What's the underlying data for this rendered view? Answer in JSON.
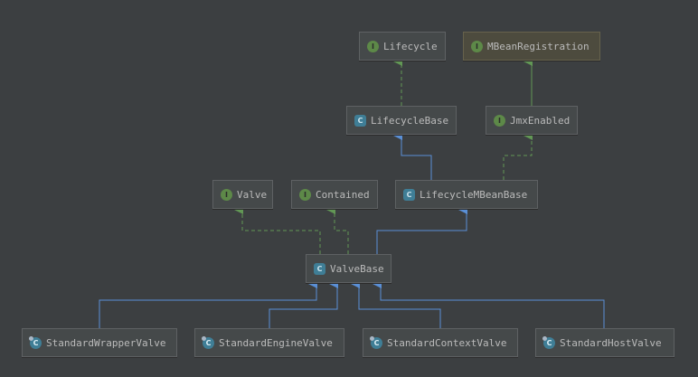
{
  "nodes": {
    "lifecycle": {
      "label": "Lifecycle",
      "kind": "interface",
      "icon": "interface-icon"
    },
    "mbean_registration": {
      "label": "MBeanRegistration",
      "kind": "interface",
      "icon": "interface-icon"
    },
    "lifecycle_base": {
      "label": "LifecycleBase",
      "kind": "abstract",
      "icon": "abstract-class-icon"
    },
    "jmx_enabled": {
      "label": "JmxEnabled",
      "kind": "interface",
      "icon": "interface-icon"
    },
    "valve": {
      "label": "Valve",
      "kind": "interface",
      "icon": "interface-icon"
    },
    "contained": {
      "label": "Contained",
      "kind": "interface",
      "icon": "interface-icon"
    },
    "lifecycle_mbean_base": {
      "label": "LifecycleMBeanBase",
      "kind": "abstract",
      "icon": "abstract-class-icon"
    },
    "valve_base": {
      "label": "ValveBase",
      "kind": "abstract",
      "icon": "abstract-class-icon"
    },
    "standard_wrapper_valve": {
      "label": "StandardWrapperValve",
      "kind": "class",
      "icon": "class-icon"
    },
    "standard_engine_valve": {
      "label": "StandardEngineValve",
      "kind": "class",
      "icon": "class-icon"
    },
    "standard_context_valve": {
      "label": "StandardContextValve",
      "kind": "class",
      "icon": "class-icon"
    },
    "standard_host_valve": {
      "label": "StandardHostValve",
      "kind": "class",
      "icon": "class-icon"
    }
  },
  "badges": {
    "interface": "I",
    "abstract": "C",
    "class": "C"
  },
  "colors": {
    "background": "#3c3f41",
    "node_fill": "#45494a",
    "node_border": "#5e6163",
    "highlight_fill": "#4d4b3e",
    "text": "#bbbbbb",
    "implements_edge": "#629755",
    "extends_edge": "#5a8fd6"
  },
  "edges": [
    {
      "from": "lifecycle_base",
      "to": "lifecycle",
      "relation": "implements"
    },
    {
      "from": "jmx_enabled",
      "to": "mbean_registration",
      "relation": "extends-interface"
    },
    {
      "from": "lifecycle_mbean_base",
      "to": "lifecycle_base",
      "relation": "extends"
    },
    {
      "from": "lifecycle_mbean_base",
      "to": "jmx_enabled",
      "relation": "implements"
    },
    {
      "from": "valve_base",
      "to": "valve",
      "relation": "implements"
    },
    {
      "from": "valve_base",
      "to": "contained",
      "relation": "implements"
    },
    {
      "from": "valve_base",
      "to": "lifecycle_mbean_base",
      "relation": "extends"
    },
    {
      "from": "standard_wrapper_valve",
      "to": "valve_base",
      "relation": "extends"
    },
    {
      "from": "standard_engine_valve",
      "to": "valve_base",
      "relation": "extends"
    },
    {
      "from": "standard_context_valve",
      "to": "valve_base",
      "relation": "extends"
    },
    {
      "from": "standard_host_valve",
      "to": "valve_base",
      "relation": "extends"
    }
  ]
}
